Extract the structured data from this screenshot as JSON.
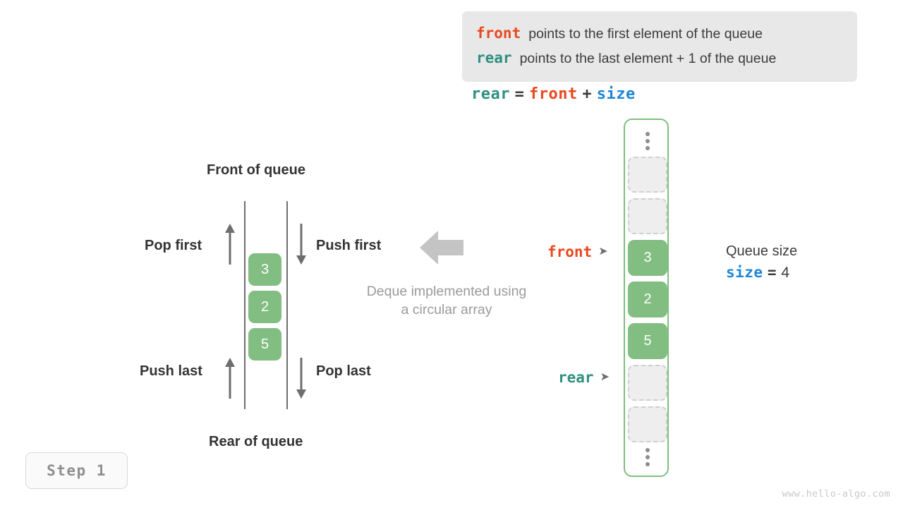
{
  "legend": {
    "lines": [
      {
        "keyword": "front",
        "color_role": "front",
        "description": "points to the first element of the queue"
      },
      {
        "keyword": "rear",
        "color_role": "rear",
        "description": "points to the last element + 1 of the queue"
      }
    ]
  },
  "formula": {
    "lhs": "rear",
    "eq": "=",
    "rhs1": "front",
    "plus": "+",
    "rhs2": "size"
  },
  "deque": {
    "front_label": "Front of queue",
    "rear_label": "Rear of queue",
    "operations": [
      {
        "name": "pop-first",
        "label": "Pop first",
        "direction": "up"
      },
      {
        "name": "push-first",
        "label": "Push first",
        "direction": "down"
      },
      {
        "name": "push-last",
        "label": "Push last",
        "direction": "up"
      },
      {
        "name": "pop-last",
        "label": "Pop last",
        "direction": "down"
      }
    ],
    "cells": [
      "3",
      "2",
      "5"
    ]
  },
  "caption": {
    "line1": "Deque implemented using",
    "line2": "a circular array"
  },
  "array": {
    "cells": [
      {
        "kind": "dots",
        "value": ""
      },
      {
        "kind": "empty",
        "value": ""
      },
      {
        "kind": "empty",
        "value": ""
      },
      {
        "kind": "filled",
        "value": "3"
      },
      {
        "kind": "filled",
        "value": "2"
      },
      {
        "kind": "filled",
        "value": "5"
      },
      {
        "kind": "empty",
        "value": ""
      },
      {
        "kind": "empty",
        "value": ""
      },
      {
        "kind": "dots",
        "value": ""
      }
    ],
    "pointers": [
      {
        "name": "front",
        "label": "front",
        "caret": "➤",
        "target_index": 3
      },
      {
        "name": "rear",
        "label": "rear",
        "caret": "➤",
        "target_index": 6
      }
    ]
  },
  "queue_size": {
    "title": "Queue size",
    "var": "size",
    "eq": "=",
    "value": "4"
  },
  "step_badge": {
    "label": "Step 1"
  },
  "watermark": {
    "text": "www.hello-algo.com"
  },
  "colors": {
    "front": "#e8491f",
    "rear": "#2e8f80",
    "size": "#1f86d8",
    "cell_fill": "#82bd82",
    "cell_empty": "#eeeeee",
    "container_border": "#7fbf7f",
    "legend_bg": "#e8e8e8",
    "muted_text": "#9a9a9a",
    "arrow_gray": "#6e6e6e",
    "big_arrow": "#c4c4c4"
  },
  "icons": {
    "arrow_up": "arrow-up-icon",
    "arrow_down": "arrow-down-icon",
    "big_left_arrow": "big-left-arrow-icon",
    "vertical-ellipsis": "vertical-ellipsis-icon",
    "pointer_caret": "pointer-caret-icon"
  }
}
